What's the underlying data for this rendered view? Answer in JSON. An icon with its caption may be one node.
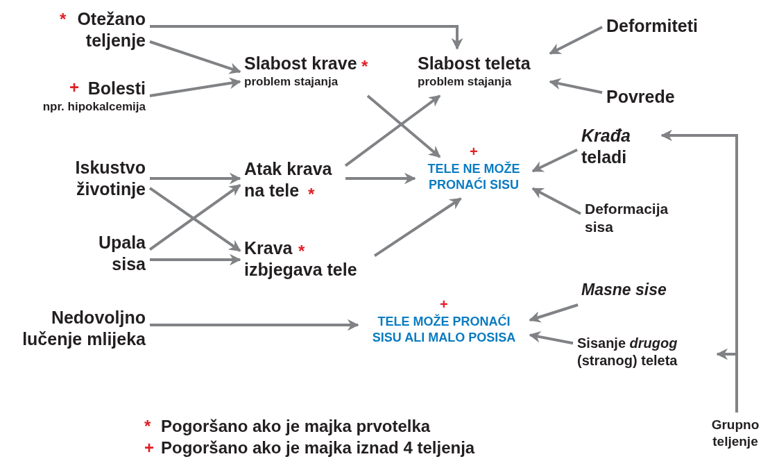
{
  "diagram": {
    "nodes": [
      {
        "text": [
          "Otežano teljenje"
        ],
        "beside": [
          "*"
        ]
      },
      {
        "text": [
          "Bolesti",
          "npr. hipokalcemija"
        ],
        "beside": [
          "+"
        ]
      },
      {
        "text": [
          "Slabost krave",
          "problem stajanja"
        ],
        "beside": [
          "*"
        ]
      },
      {
        "text": [
          "Slabost teleta",
          "problem stajanja"
        ]
      },
      {
        "text": [
          "Deformiteti"
        ]
      },
      {
        "text": [
          "Povrede"
        ]
      },
      {
        "text": [
          "Iskustvo životinje"
        ]
      },
      {
        "text": [
          "Upala sisa"
        ]
      },
      {
        "text": [
          "Atak krava na tele"
        ],
        "beside": [
          "*"
        ]
      },
      {
        "text": [
          "Krava izbjegava tele"
        ],
        "beside": [
          "*"
        ]
      },
      {
        "text": [
          "TELE NE MOŽE PRONAĆI SISU"
        ],
        "beside": [
          "+"
        ]
      },
      {
        "text": [
          "*Krađa* teladi"
        ]
      },
      {
        "text": [
          "Deformacija sisa"
        ]
      },
      {
        "text": [
          "Nedovoljno lučenje mlijeka"
        ]
      },
      {
        "text": [
          "TELE MOŽE PRONAĆI SISU ALI MALO POSISA"
        ],
        "beside": [
          "+"
        ]
      },
      {
        "text": [
          "Masne sise"
        ]
      },
      {
        "text": [
          "Sisanje *drugog* (stranog) teleta"
        ]
      },
      {
        "text": [
          "Grupno teljenje"
        ]
      }
    ],
    "edges": [
      {
        "from": 0,
        "to": 2,
        "arrow": "to"
      },
      {
        "from": 0,
        "to": 3,
        "arrow": "to"
      },
      {
        "from": 1,
        "to": 2,
        "arrow": "to"
      },
      {
        "from": 2,
        "to": 10,
        "arrow": "to"
      },
      {
        "from": 8,
        "to": 3,
        "arrow": "to"
      },
      {
        "from": 8,
        "to": 10,
        "arrow": "to"
      },
      {
        "from": 9,
        "to": 10,
        "arrow": "to"
      },
      {
        "from": 6,
        "to": 8,
        "arrow": "to"
      },
      {
        "from": 6,
        "to": 9,
        "arrow": "to"
      },
      {
        "from": 7,
        "to": 8,
        "arrow": "to"
      },
      {
        "from": 7,
        "to": 9,
        "arrow": "to"
      },
      {
        "from": 4,
        "to": 3,
        "arrow": "to"
      },
      {
        "from": 5,
        "to": 3,
        "arrow": "to"
      },
      {
        "from": 11,
        "to": 10,
        "arrow": "to"
      },
      {
        "from": 12,
        "to": 10,
        "arrow": "to"
      },
      {
        "from": 13,
        "to": 14,
        "arrow": "to"
      },
      {
        "from": 15,
        "to": 14,
        "arrow": "to"
      },
      {
        "from": 16,
        "to": 14,
        "arrow": "to"
      },
      {
        "from": 17,
        "to": 11,
        "arrow": "to"
      },
      {
        "from": 17,
        "to": 16,
        "arrow": "to"
      }
    ],
    "labels": [
      "*",
      "Pogoršano ako je majka prvotelka",
      "+",
      "Pogoršano ako je majka iznad 4 teljenja"
    ]
  }
}
